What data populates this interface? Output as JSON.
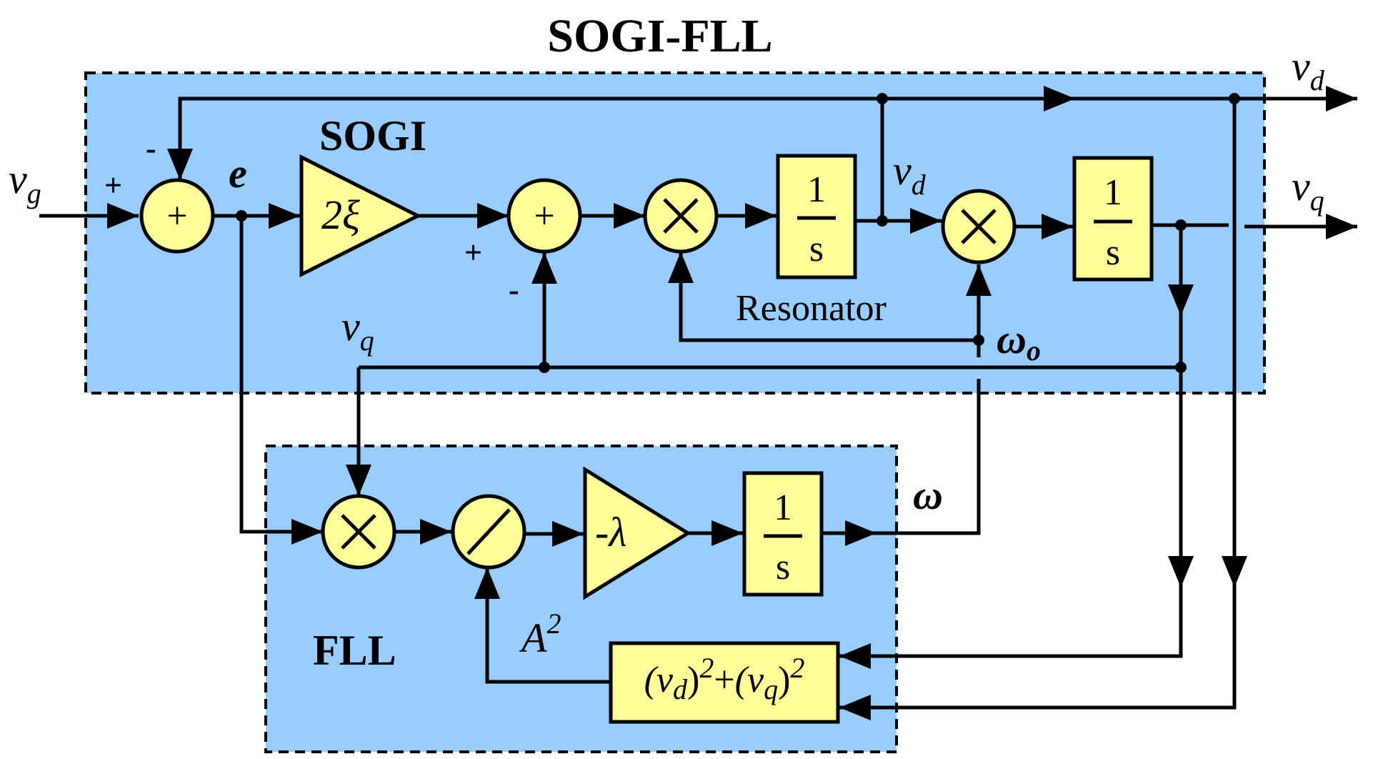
{
  "title": "SOGI-FLL",
  "regions": {
    "sogi": "SOGI",
    "fll": "FLL"
  },
  "signals": {
    "input_v": "v",
    "input_sub": "g",
    "error": "e",
    "vd_v": "v",
    "vd_sub": "d",
    "vq_v": "v",
    "vq_sub": "q",
    "omega_o": "ω",
    "omega_o_sub": "o",
    "omega": "ω",
    "amp_sq": "A",
    "amp_sq_sup": "2"
  },
  "signs": {
    "sum1_plus": "+",
    "sum1_minus": "-",
    "sum2_plus": "+",
    "sum2_minus": "-"
  },
  "blocks": {
    "sum": "+",
    "gain_2xi": "2ξ",
    "integrator_num": "1",
    "integrator_den": "s",
    "resonator_label": "Resonator",
    "gain_lambda": "-λ",
    "magnitude": {
      "open1": "(v",
      "sub_d": "d",
      "close1": ")",
      "sup1": "2",
      "plus": "+",
      "open2": "(v",
      "sub_q": "q",
      "close2": ")",
      "sup2": "2"
    }
  },
  "colors": {
    "region_fill": "#99ccff",
    "block_fill": "#ffff99"
  }
}
